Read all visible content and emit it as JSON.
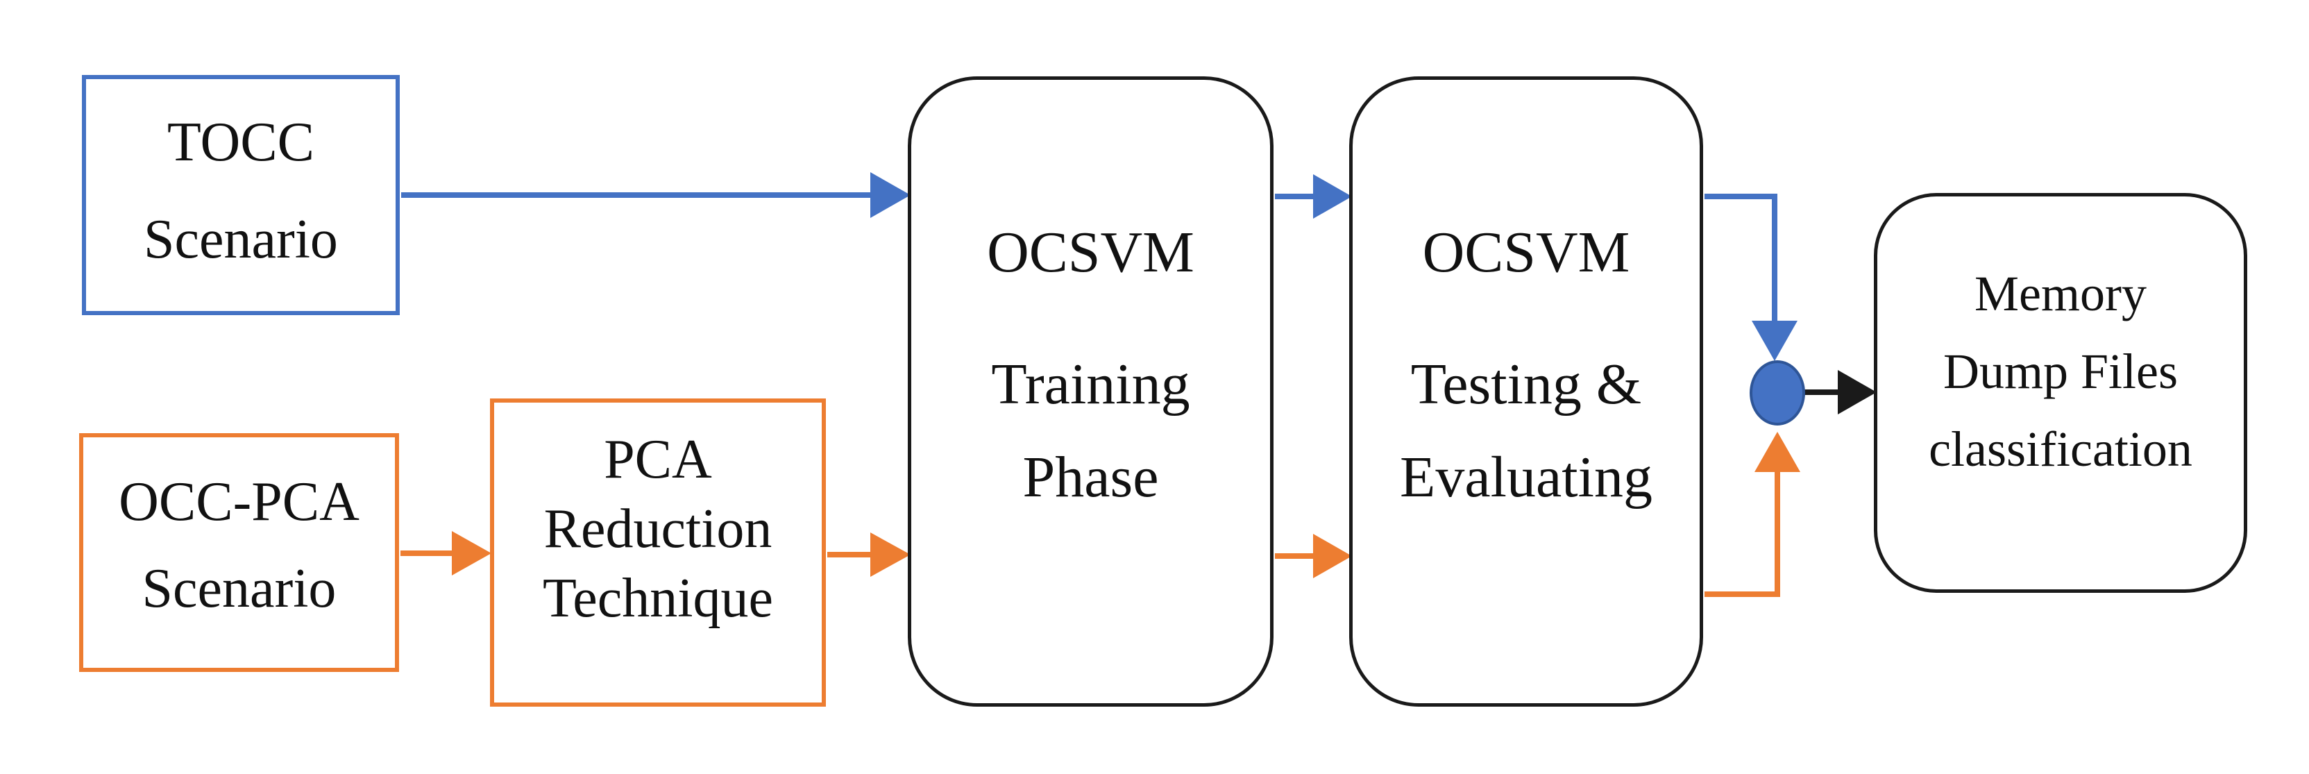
{
  "colors": {
    "blue": "#4472C4",
    "orange": "#ED7D31",
    "ink": "#1a1a1a",
    "text": "#111111",
    "bg": "#ffffff",
    "dotedge": "#2E5597"
  },
  "nodes": {
    "tocc": {
      "lines": [
        "TOCC",
        "Scenario"
      ]
    },
    "occ_pca": {
      "lines": [
        "OCC-PCA",
        "Scenario"
      ]
    },
    "pca_reduction": {
      "lines": [
        "PCA",
        "Reduction",
        "Technique"
      ]
    },
    "ocsvm_training": {
      "lines": [
        "OCSVM",
        "Training",
        "Phase"
      ]
    },
    "ocsvm_testing": {
      "lines": [
        "OCSVM",
        "Testing &",
        "Evaluating"
      ]
    },
    "memory_dump": {
      "lines": [
        "Memory",
        "Dump Files",
        "classification"
      ]
    }
  }
}
